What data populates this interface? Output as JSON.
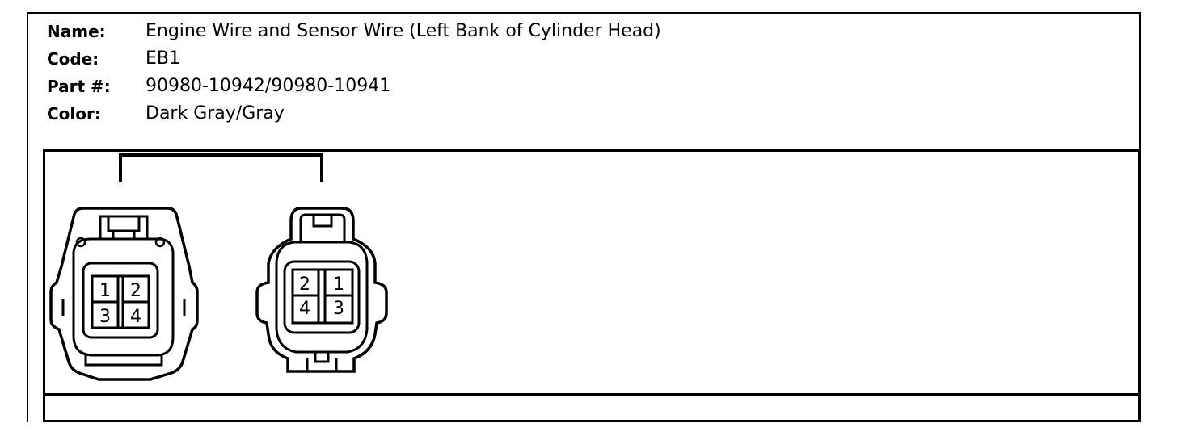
{
  "connector_info": {
    "name_label": "Name:",
    "name_value": "Engine Wire and Sensor Wire (Left Bank of Cylinder Head)",
    "code_label": "Code:",
    "code_value": "EB1",
    "part_label": "Part #:",
    "part_value": "90980-10942/90980-10941",
    "color_label": "Color:",
    "color_value": "Dark Gray/Gray"
  },
  "left_connector": {
    "pins": [
      "1",
      "2",
      "3",
      "4"
    ]
  },
  "right_connector": {
    "pins": [
      "2",
      "1",
      "4",
      "3"
    ]
  }
}
